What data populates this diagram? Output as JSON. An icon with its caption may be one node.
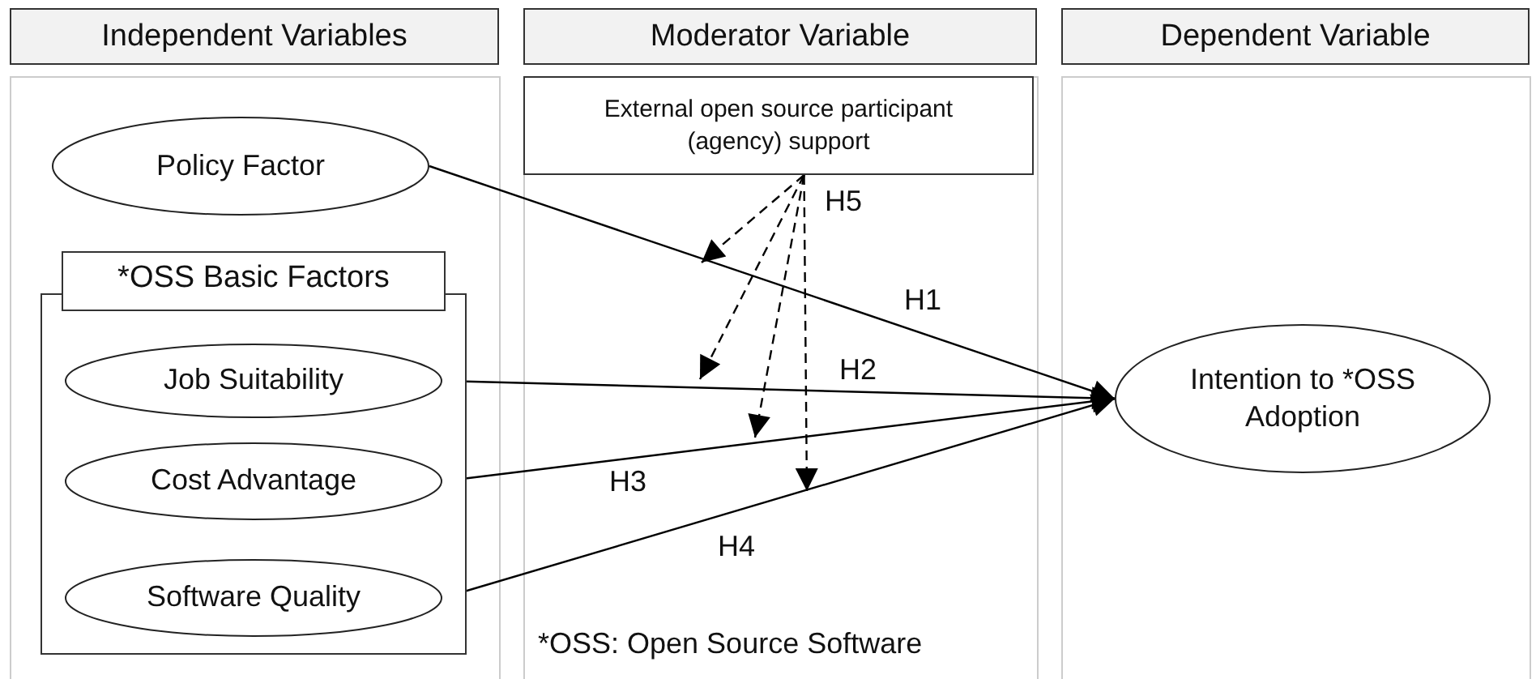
{
  "diagram": {
    "nodes": [
      {
        "text": [
          "Independent Variables"
        ]
      },
      {
        "text": [
          "Moderator Variable"
        ]
      },
      {
        "text": [
          "Dependent Variable"
        ]
      },
      {
        "text": [
          "External open source participant (agency) support"
        ]
      },
      {
        "text": [
          "Policy Factor"
        ]
      },
      {
        "text": [
          "*OSS Basic Factors"
        ]
      },
      {
        "text": [
          "Job Suitability"
        ],
        "in": 5
      },
      {
        "text": [
          "Cost Advantage"
        ],
        "in": 5
      },
      {
        "text": [
          "Software Quality"
        ],
        "in": 5
      },
      {
        "text": [
          "Intention to *OSS Adoption"
        ]
      }
    ],
    "edges": [
      {
        "from": 4,
        "to": 9,
        "arrow": "to",
        "label": "H1"
      },
      {
        "from": 6,
        "to": 9,
        "arrow": "to",
        "label": "H2"
      },
      {
        "from": 7,
        "to": 9,
        "arrow": "to",
        "label": "H3"
      },
      {
        "from": 8,
        "to": 9,
        "arrow": "to",
        "label": "H4"
      },
      {
        "from": 3,
        "to": null,
        "arrow": "to",
        "style": "dashed"
      },
      {
        "from": 3,
        "to": null,
        "arrow": "to",
        "style": "dashed"
      },
      {
        "from": 3,
        "to": null,
        "arrow": "to",
        "style": "dashed"
      },
      {
        "from": 3,
        "to": null,
        "arrow": "to",
        "style": "dashed",
        "label": "H5"
      }
    ],
    "labels": [
      "*OSS: Open Source Software"
    ]
  }
}
